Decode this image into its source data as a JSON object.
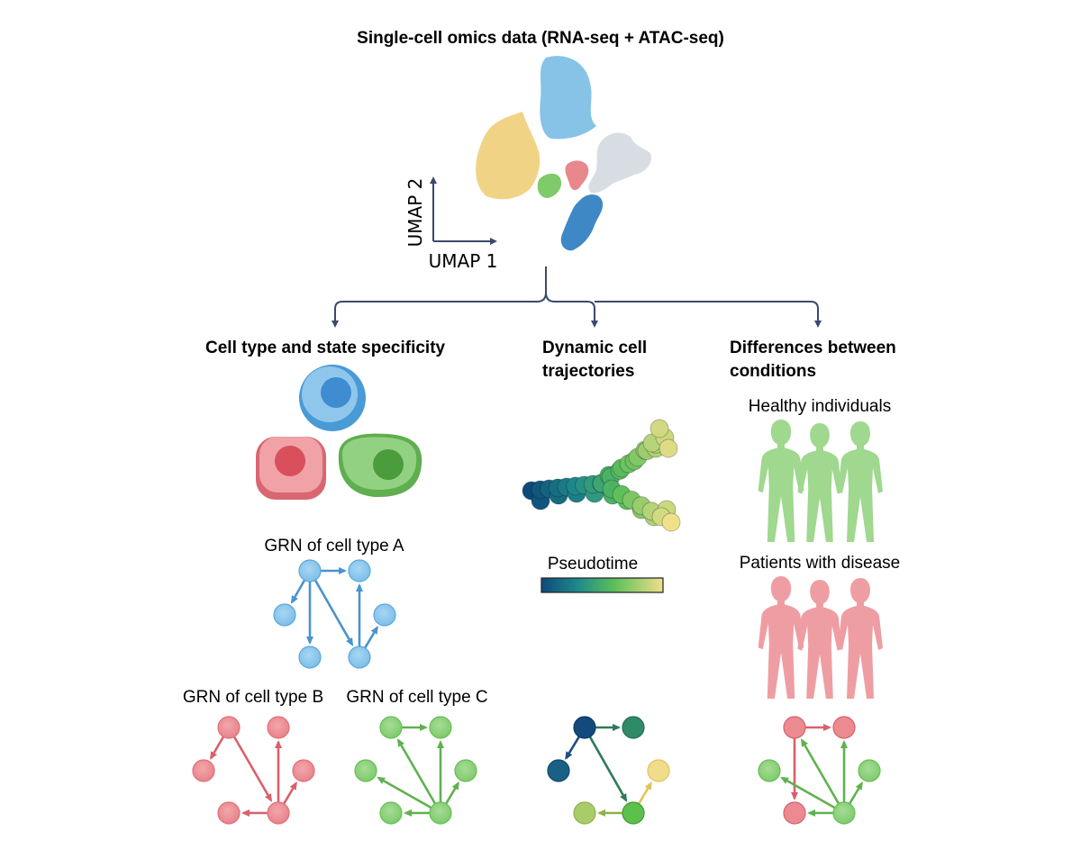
{
  "title": "Single-cell omics data (RNA-seq + ATAC-seq)",
  "umap": {
    "x_label": "UMAP 1",
    "y_label": "UMAP 2"
  },
  "colors": {
    "blue": "#7cbfe8",
    "red": "#e8838a",
    "green": "#7ecb6c",
    "yellow": "#f2d483",
    "gray": "#d6dbe2",
    "darkblue": "#3d86c6",
    "arrow": "#3a4a6b"
  },
  "columns": {
    "cell_type": {
      "heading": "Cell type and state specificity",
      "grn_a": "GRN of cell type A",
      "grn_b": "GRN of cell type B",
      "grn_c": "GRN of cell type C"
    },
    "trajectory": {
      "heading_line1": "Dynamic cell",
      "heading_line2": "trajectories",
      "pseudotime_label": "Pseudotime"
    },
    "conditions": {
      "heading_line1": "Differences between",
      "heading_line2": "conditions",
      "healthy_label": "Healthy individuals",
      "disease_label": "Patients with disease"
    }
  }
}
